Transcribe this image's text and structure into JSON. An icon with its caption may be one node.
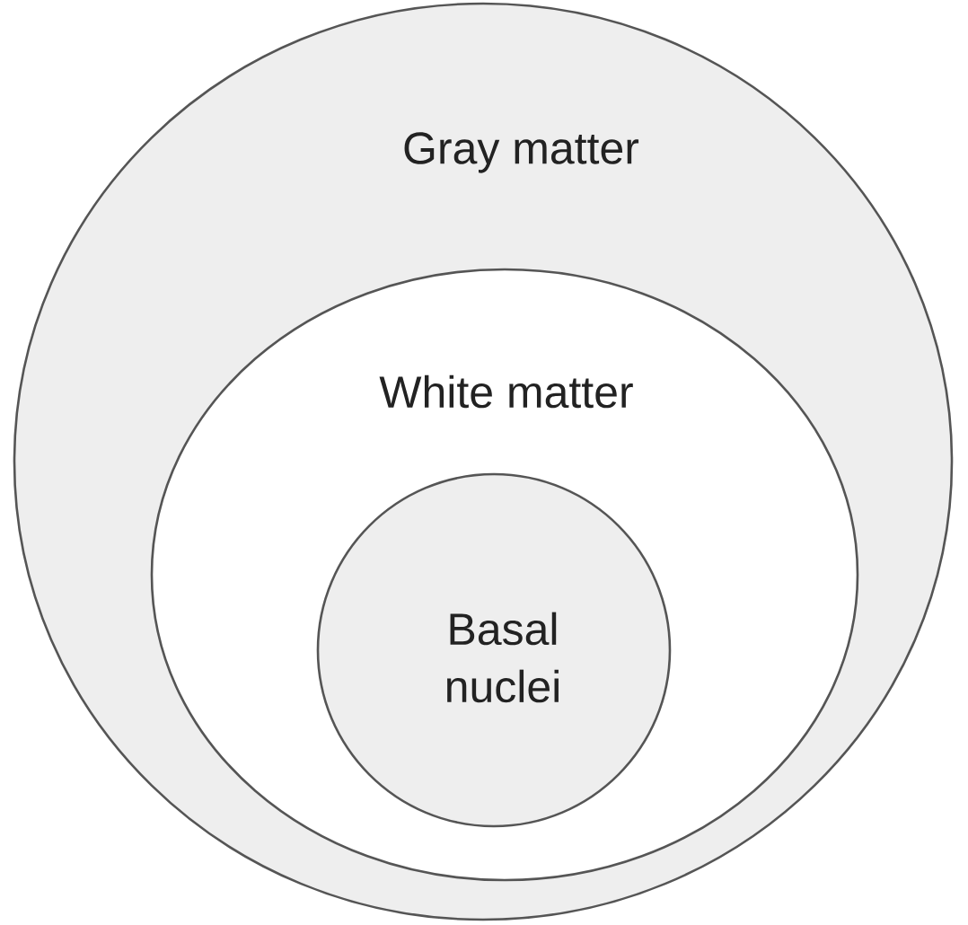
{
  "diagram": {
    "nodes": [
      {
        "text": [
          "Gray matter"
        ]
      },
      {
        "text": [
          "White matter"
        ],
        "in": 0
      },
      {
        "text": [
          "Basal nuclei"
        ],
        "in": 1
      }
    ]
  }
}
